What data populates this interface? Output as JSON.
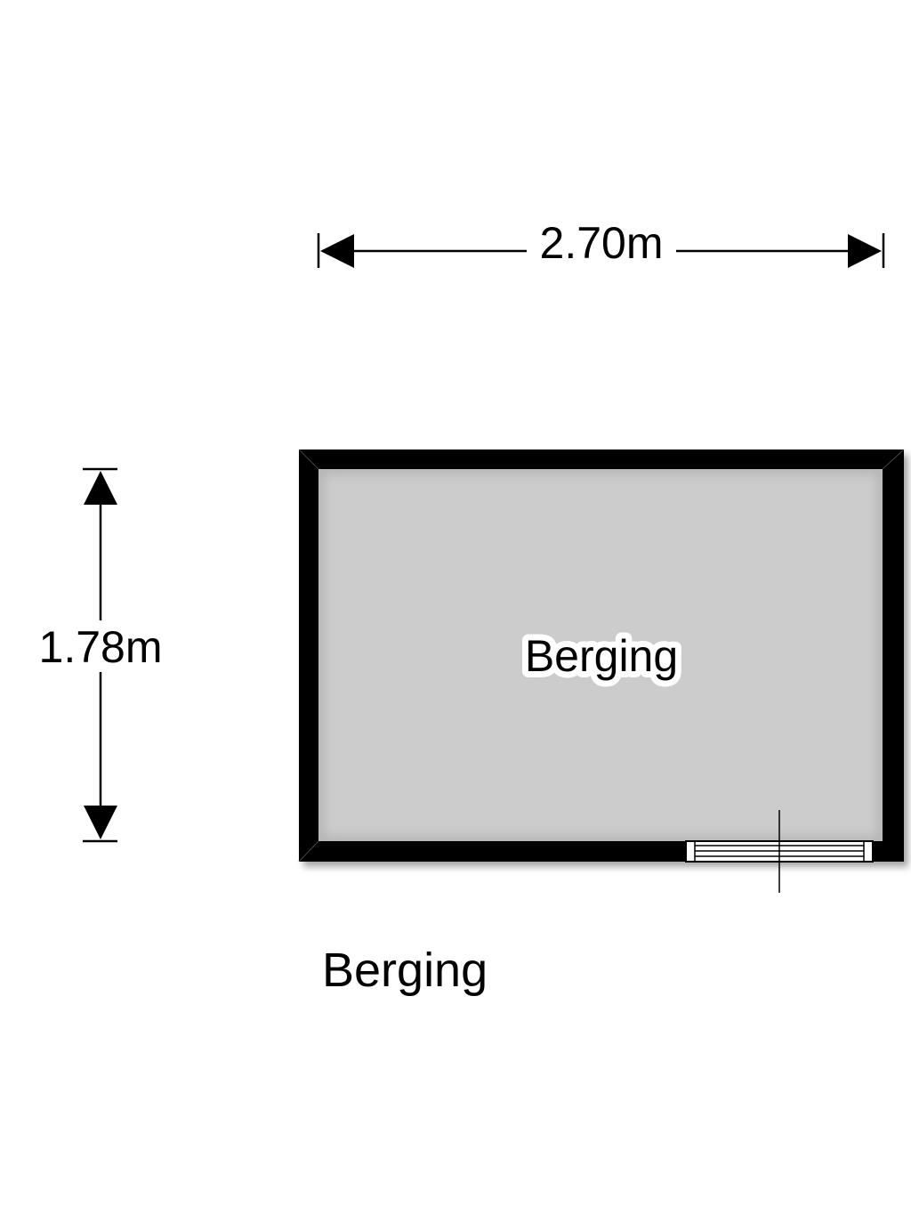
{
  "floorplan": {
    "width_dimension": "2.70m",
    "height_dimension": "1.78m",
    "room_label": "Berging",
    "caption": "Berging",
    "colors": {
      "wall": "#000000",
      "floor": "#cccccc",
      "background": "#ffffff",
      "label_halo": "#ffffff"
    }
  }
}
